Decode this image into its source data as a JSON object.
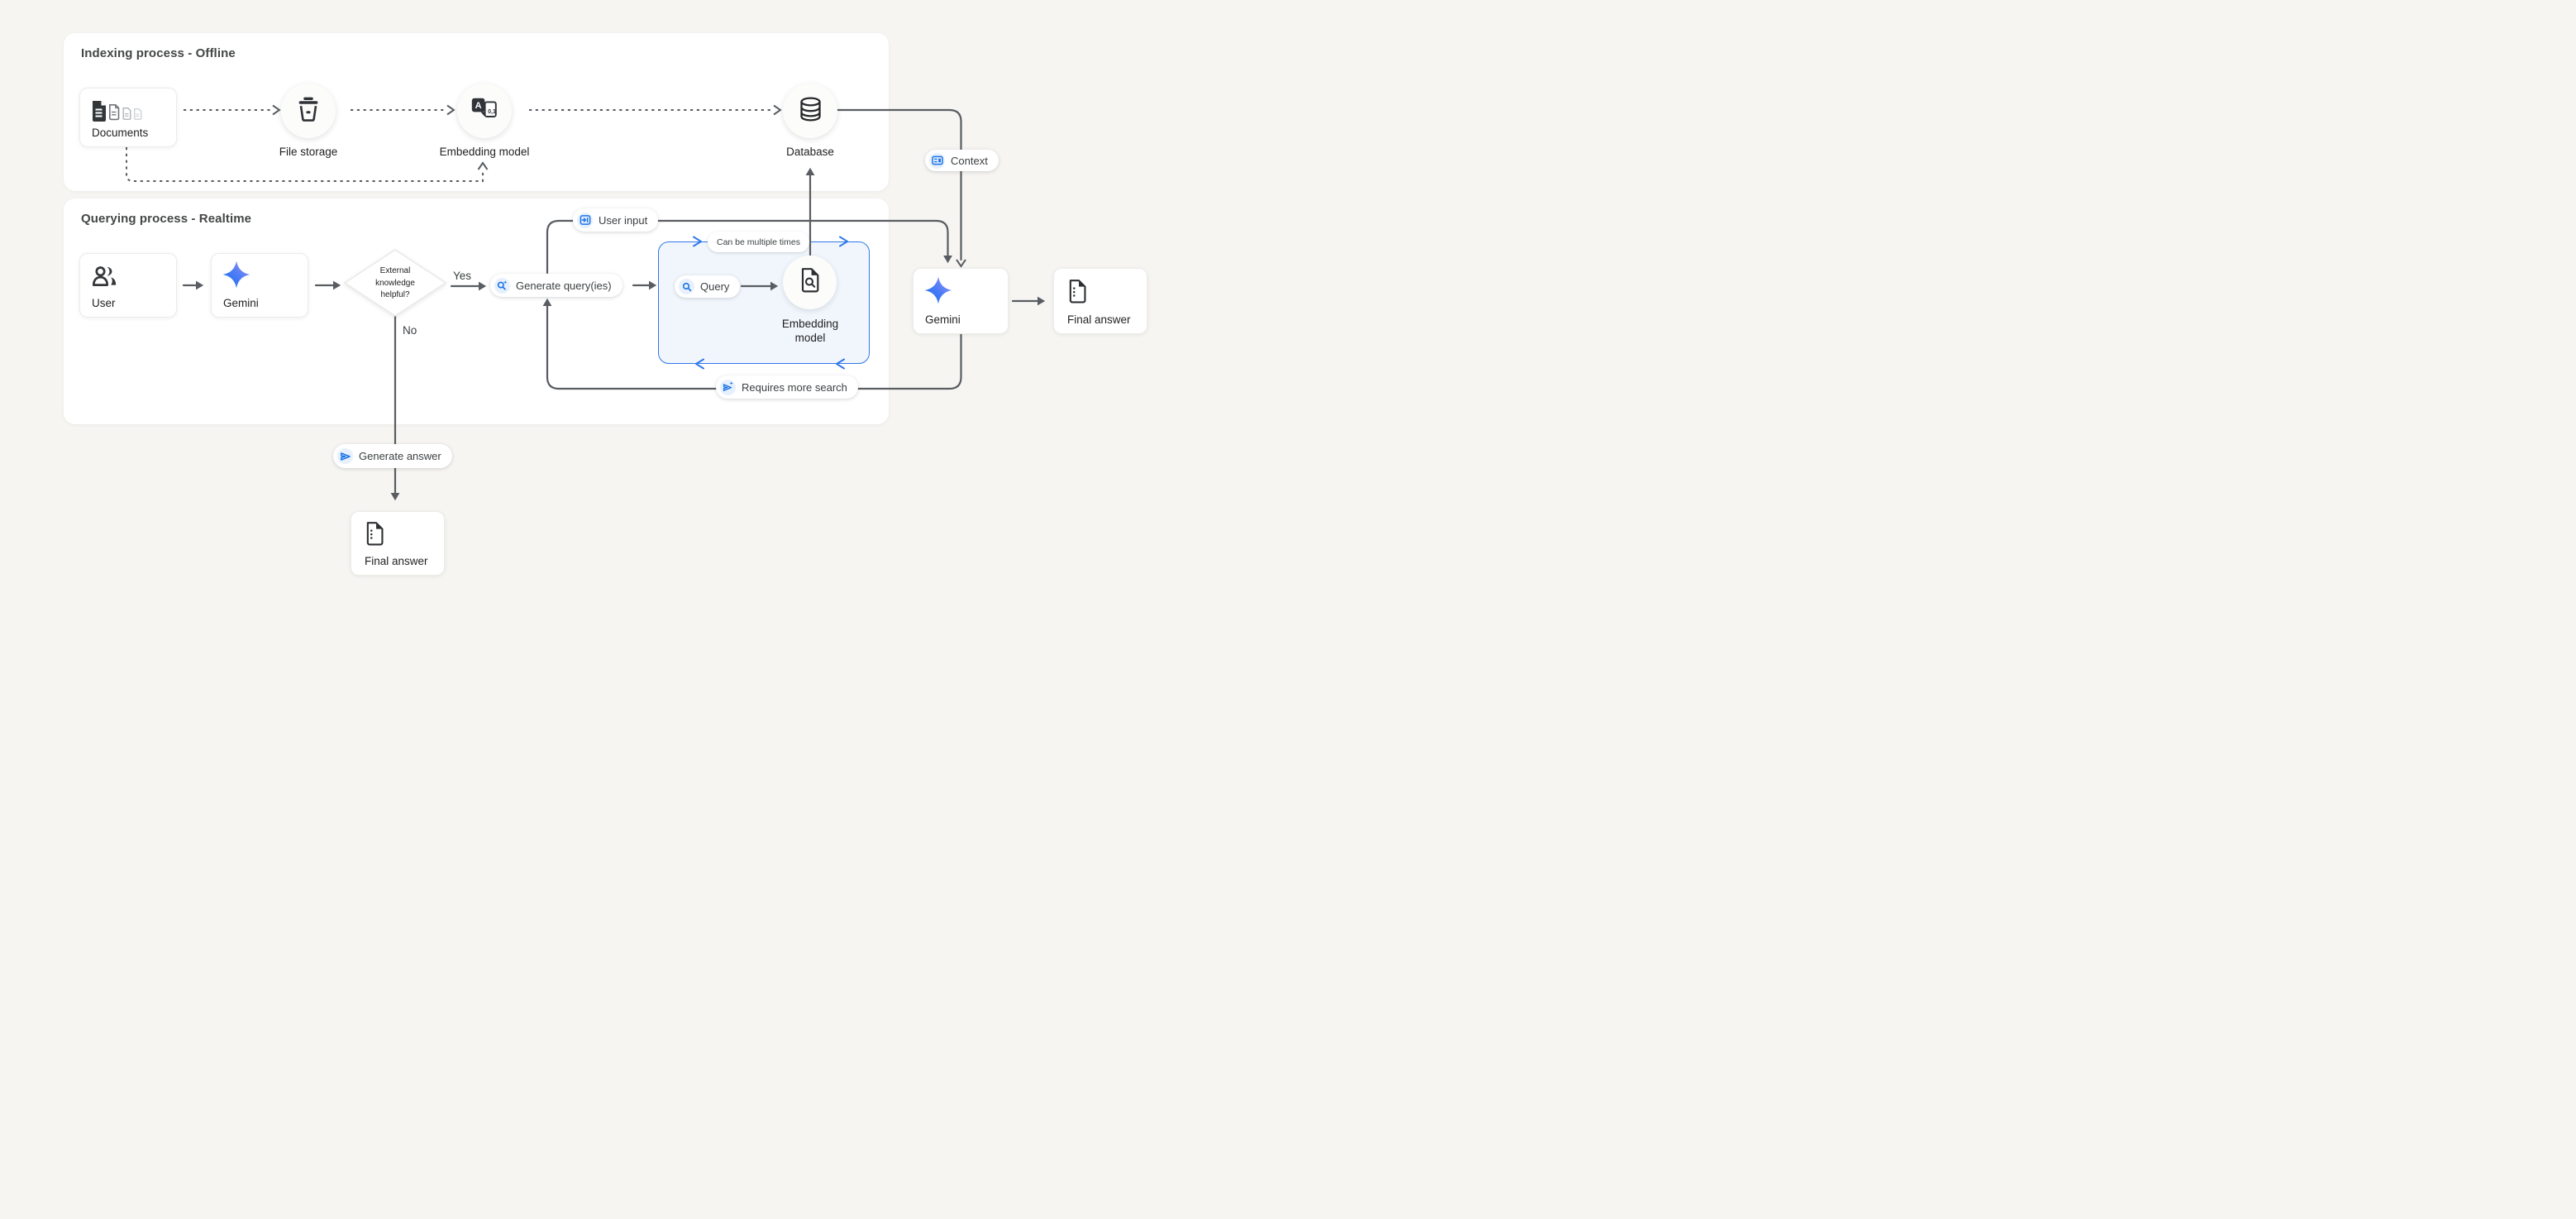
{
  "page": {
    "bg": "#f6f5f2"
  },
  "palette": {
    "accent": "#1a73e8",
    "wire": "#595d62",
    "loop_box_fill": "#f1f6fd",
    "loop_box_border": "#3078e8",
    "icon_chip_bg": "#e7f0fd"
  },
  "sections": {
    "indexing": {
      "title": "Indexing process - Offline"
    },
    "querying": {
      "title": "Querying process - Realtime"
    }
  },
  "indexing": {
    "documents": "Documents",
    "file_storage": "File storage",
    "embedding_model": "Embedding model",
    "database": "Database"
  },
  "querying": {
    "user": "User",
    "gemini": "Gemini",
    "decision": {
      "line1": "External",
      "line2": "knowledge",
      "line3": "helpful?"
    },
    "yes": "Yes",
    "no": "No",
    "generate_queries": "Generate query(ies)",
    "loop_note": "Can be multiple times",
    "query": "Query",
    "embedding_model_line1": "Embedding",
    "embedding_model_line2": "model",
    "generate_answer": "Generate answer",
    "final_answer": "Final answer"
  },
  "handoff": {
    "user_input": "User input",
    "context": "Context",
    "requires_more_search": "Requires more search",
    "gemini": "Gemini",
    "final_answer": "Final answer"
  }
}
